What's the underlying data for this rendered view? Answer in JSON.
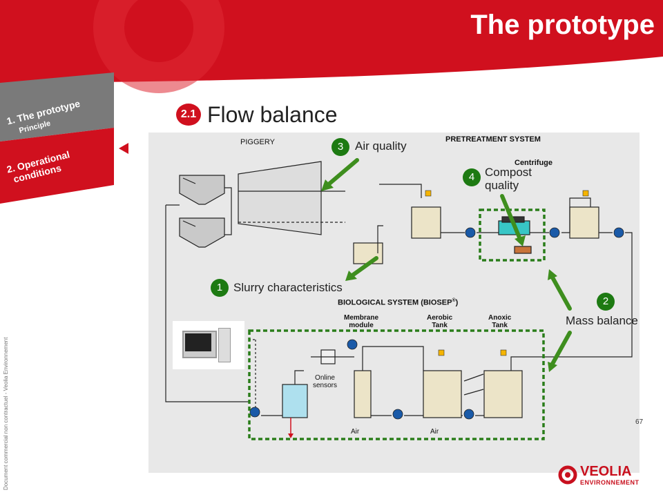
{
  "header": {
    "title": "The prototype"
  },
  "sidebar": {
    "item1": "1. The prototype",
    "item1_sub": "Principle",
    "item2_line1": "2. Operational",
    "item2_line2": "conditions"
  },
  "section": {
    "number": "2.1",
    "title": "Flow balance"
  },
  "diagram": {
    "piggery": "PIGGERY",
    "pretreatment": "PRETREATMENT SYSTEM",
    "centrifuge": "Centrifuge",
    "biological": "BIOLOGICAL SYSTEM (BIOSEP",
    "biological_sup": "®",
    "biological_end": ")",
    "membrane_line1": "Membrane",
    "membrane_line2": "module",
    "aerobic_line1": "Aerobic",
    "aerobic_line2": "Tank",
    "anoxic_line1": "Anoxic",
    "anoxic_line2": "Tank",
    "online_line1": "Online",
    "online_line2": "sensors",
    "air1": "Air",
    "air2": "Air"
  },
  "callouts": {
    "c1": {
      "num": "1",
      "label": "Slurry characteristics"
    },
    "c2": {
      "num": "2",
      "label": "Mass balance"
    },
    "c3": {
      "num": "3",
      "label": "Air quality"
    },
    "c4": {
      "num": "4",
      "label_line1": "Compost",
      "label_line2": "quality"
    }
  },
  "footer": {
    "page_number": "67",
    "vertical_note": "Document commercial non contractuel - Veolia Environnement",
    "logo_main": "VEOLIA",
    "logo_sub": "ENVIRONNEMENT"
  },
  "colors": {
    "brand_red": "#d0101e",
    "gray_tab": "#7a7a7a",
    "green": "#1d7a12",
    "panel": "#e8e8e8"
  }
}
